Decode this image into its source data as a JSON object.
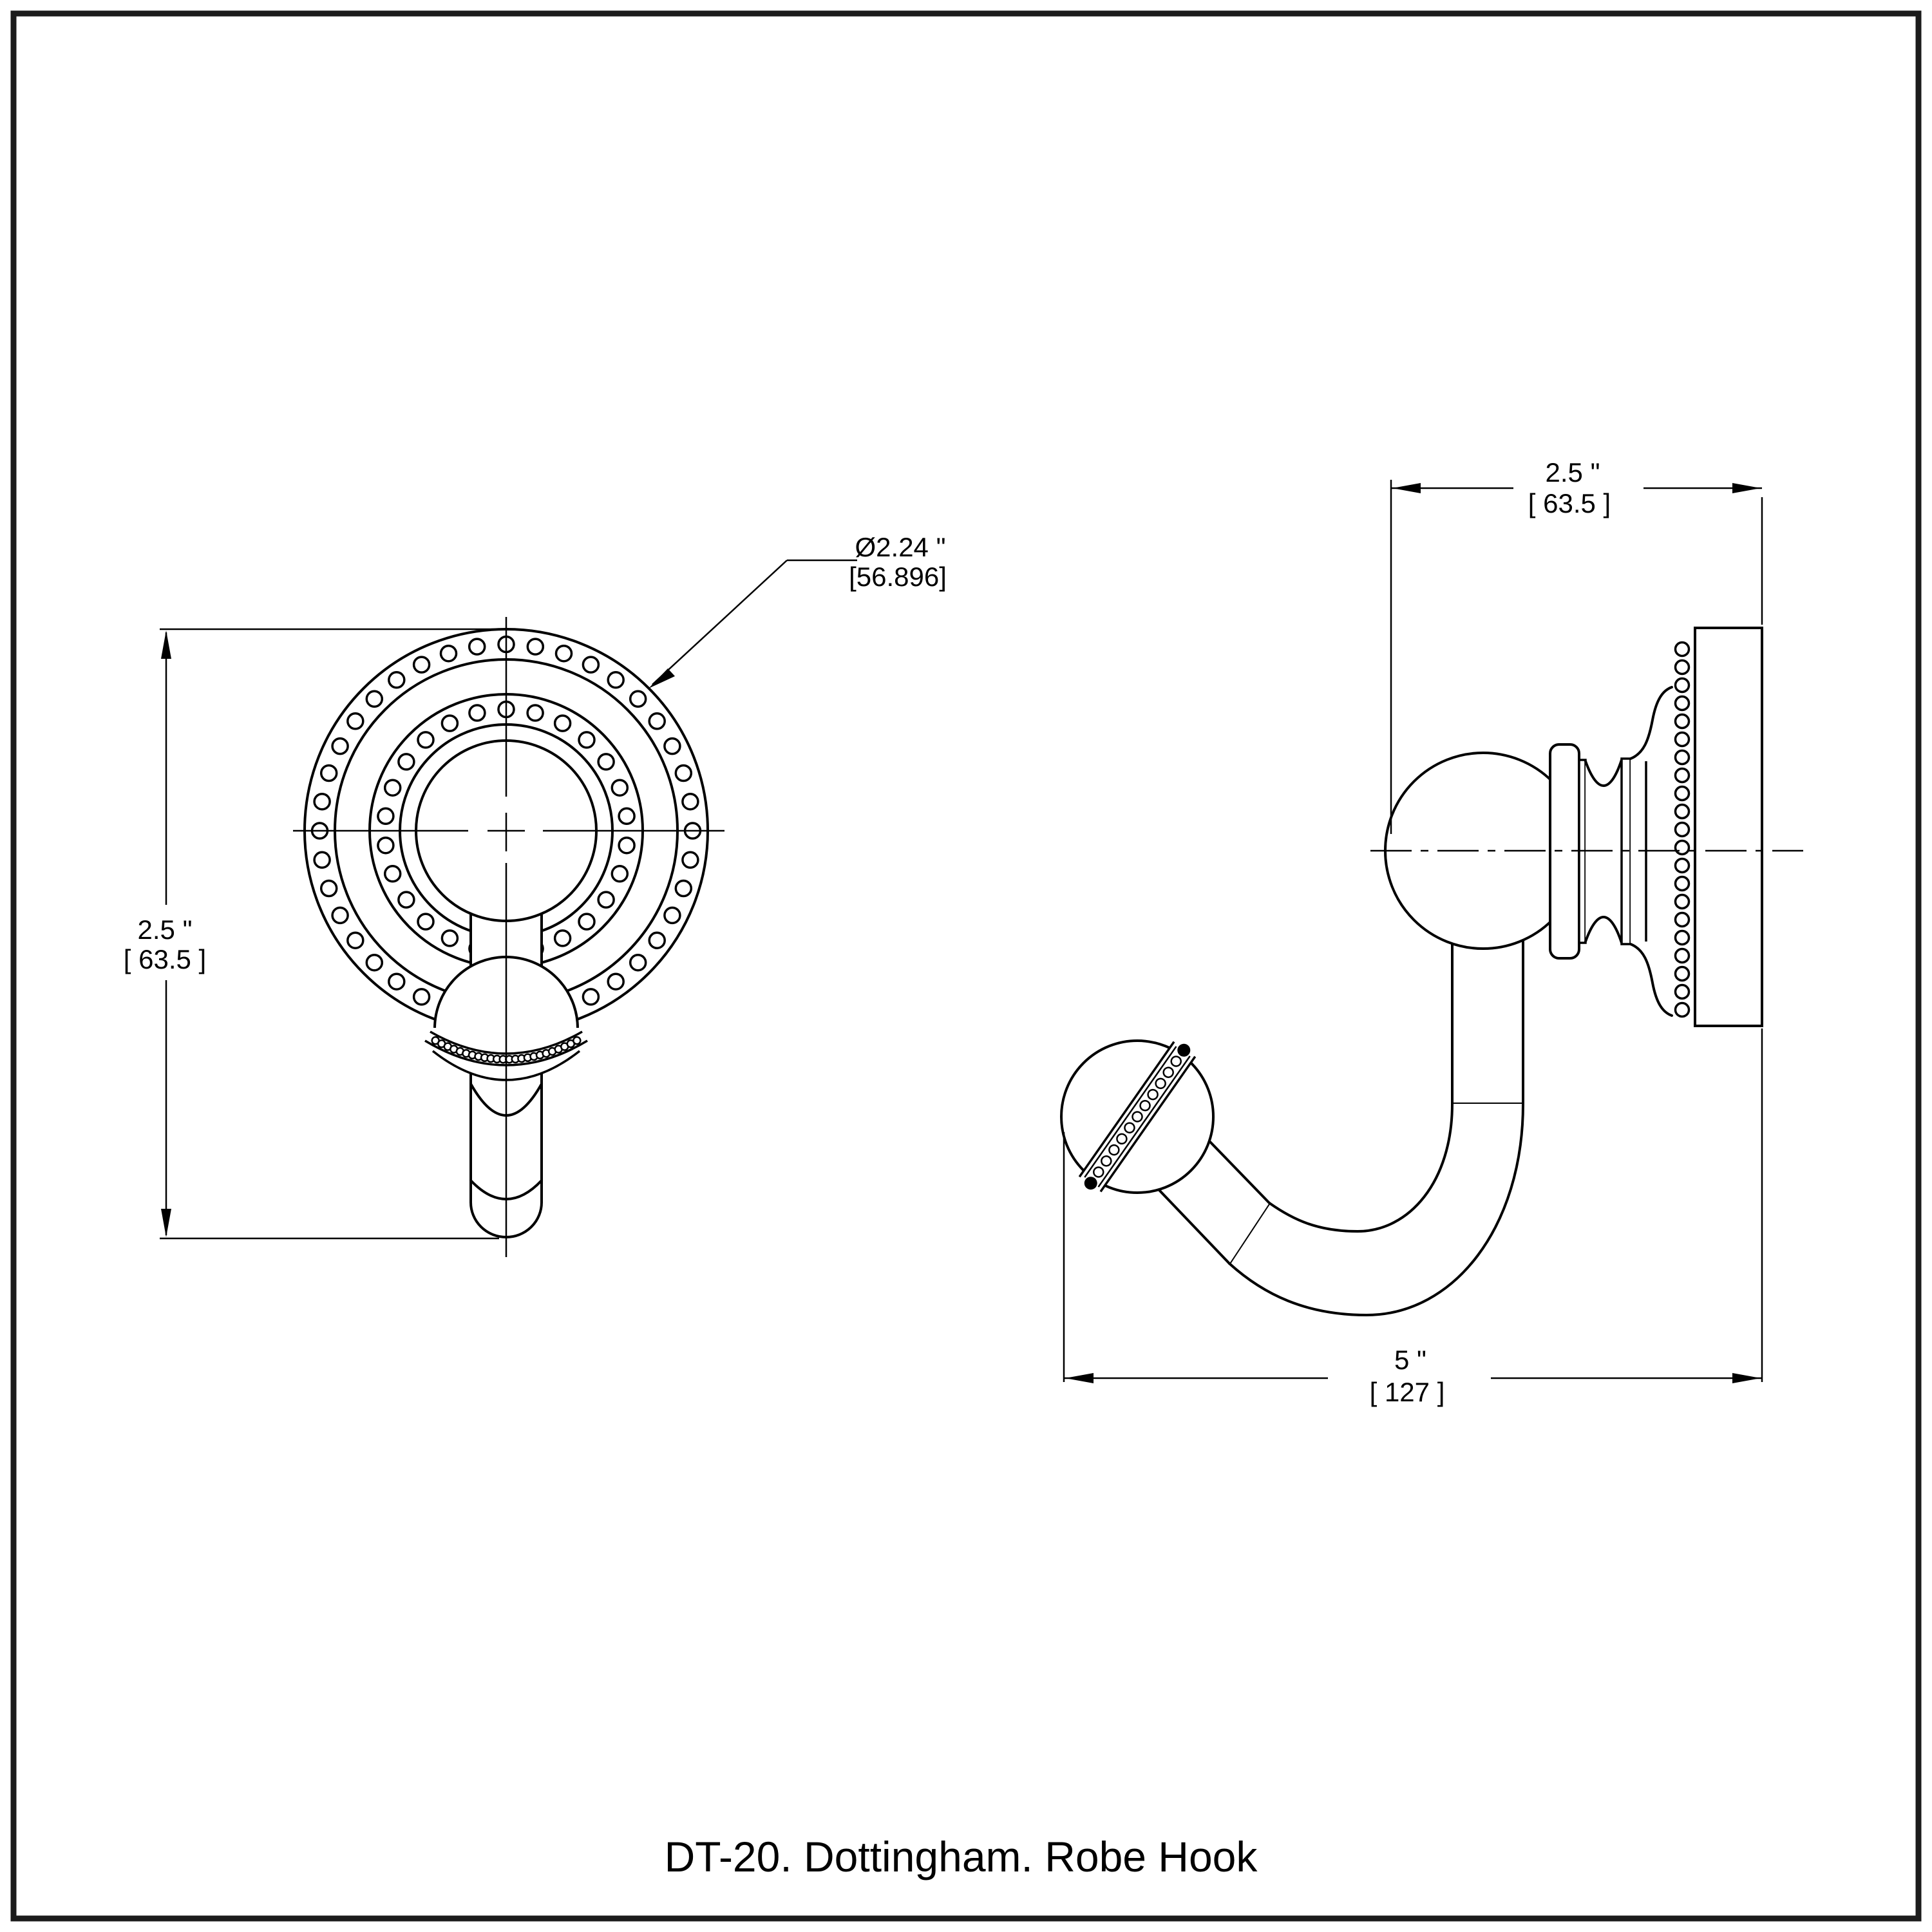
{
  "page": {
    "background_color": "#ffffff",
    "line_color": "#000000",
    "caption": "DT-20. Dottingham. Robe Hook"
  },
  "front_view": {
    "diameter_label": {
      "line1": "Ø2.24 \"",
      "line2": "[56.896]"
    },
    "height_label": {
      "line1": "2.5 \"",
      "line2": "[ 63.5 ]"
    }
  },
  "side_view": {
    "width_label": {
      "line1": "2.5 \"",
      "line2": "[ 63.5 ]"
    },
    "depth_label": {
      "line1": "5 \"",
      "line2": "[ 127 ]"
    }
  }
}
